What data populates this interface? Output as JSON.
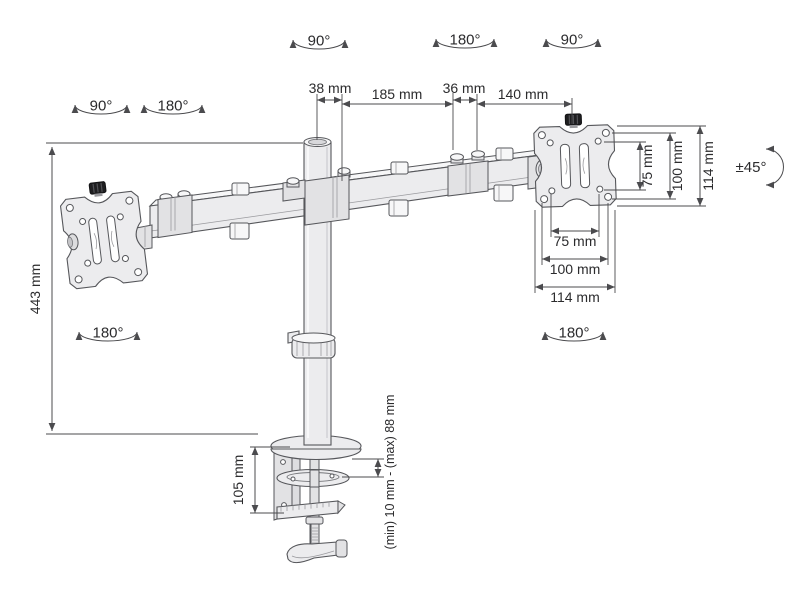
{
  "diagram": {
    "rotations": {
      "arm_left_end": "90°",
      "arm_center": "180°",
      "arm_right_end": "90°",
      "left_plate_swivel": "90°",
      "left_arm_swivel": "180°",
      "left_pole_swivel": "180°",
      "right_pole_swivel": "180°",
      "tilt_range": "±45°"
    },
    "dimensions": {
      "pole_diameter": "38 mm",
      "arm_left_length": "185 mm",
      "center_joint_width": "36 mm",
      "arm_right_length": "140 mm",
      "pole_height": "443 mm",
      "clamp_height": "105 mm",
      "desk_thickness_range": "(min) 10 mm - (max) 88 mm",
      "vesa_vertical": {
        "inner": "75 mm",
        "outer": "100 mm",
        "plate": "114 mm"
      },
      "vesa_horizontal": {
        "inner": "75 mm",
        "outer": "100 mm",
        "plate": "114 mm"
      }
    },
    "palette": {
      "background": "#ffffff",
      "line": "#56575b",
      "dimension_line": "#4b4b4e",
      "text": "#2b2b2d",
      "metal_fill": "#ececee",
      "knob": "#1e1e20"
    }
  }
}
